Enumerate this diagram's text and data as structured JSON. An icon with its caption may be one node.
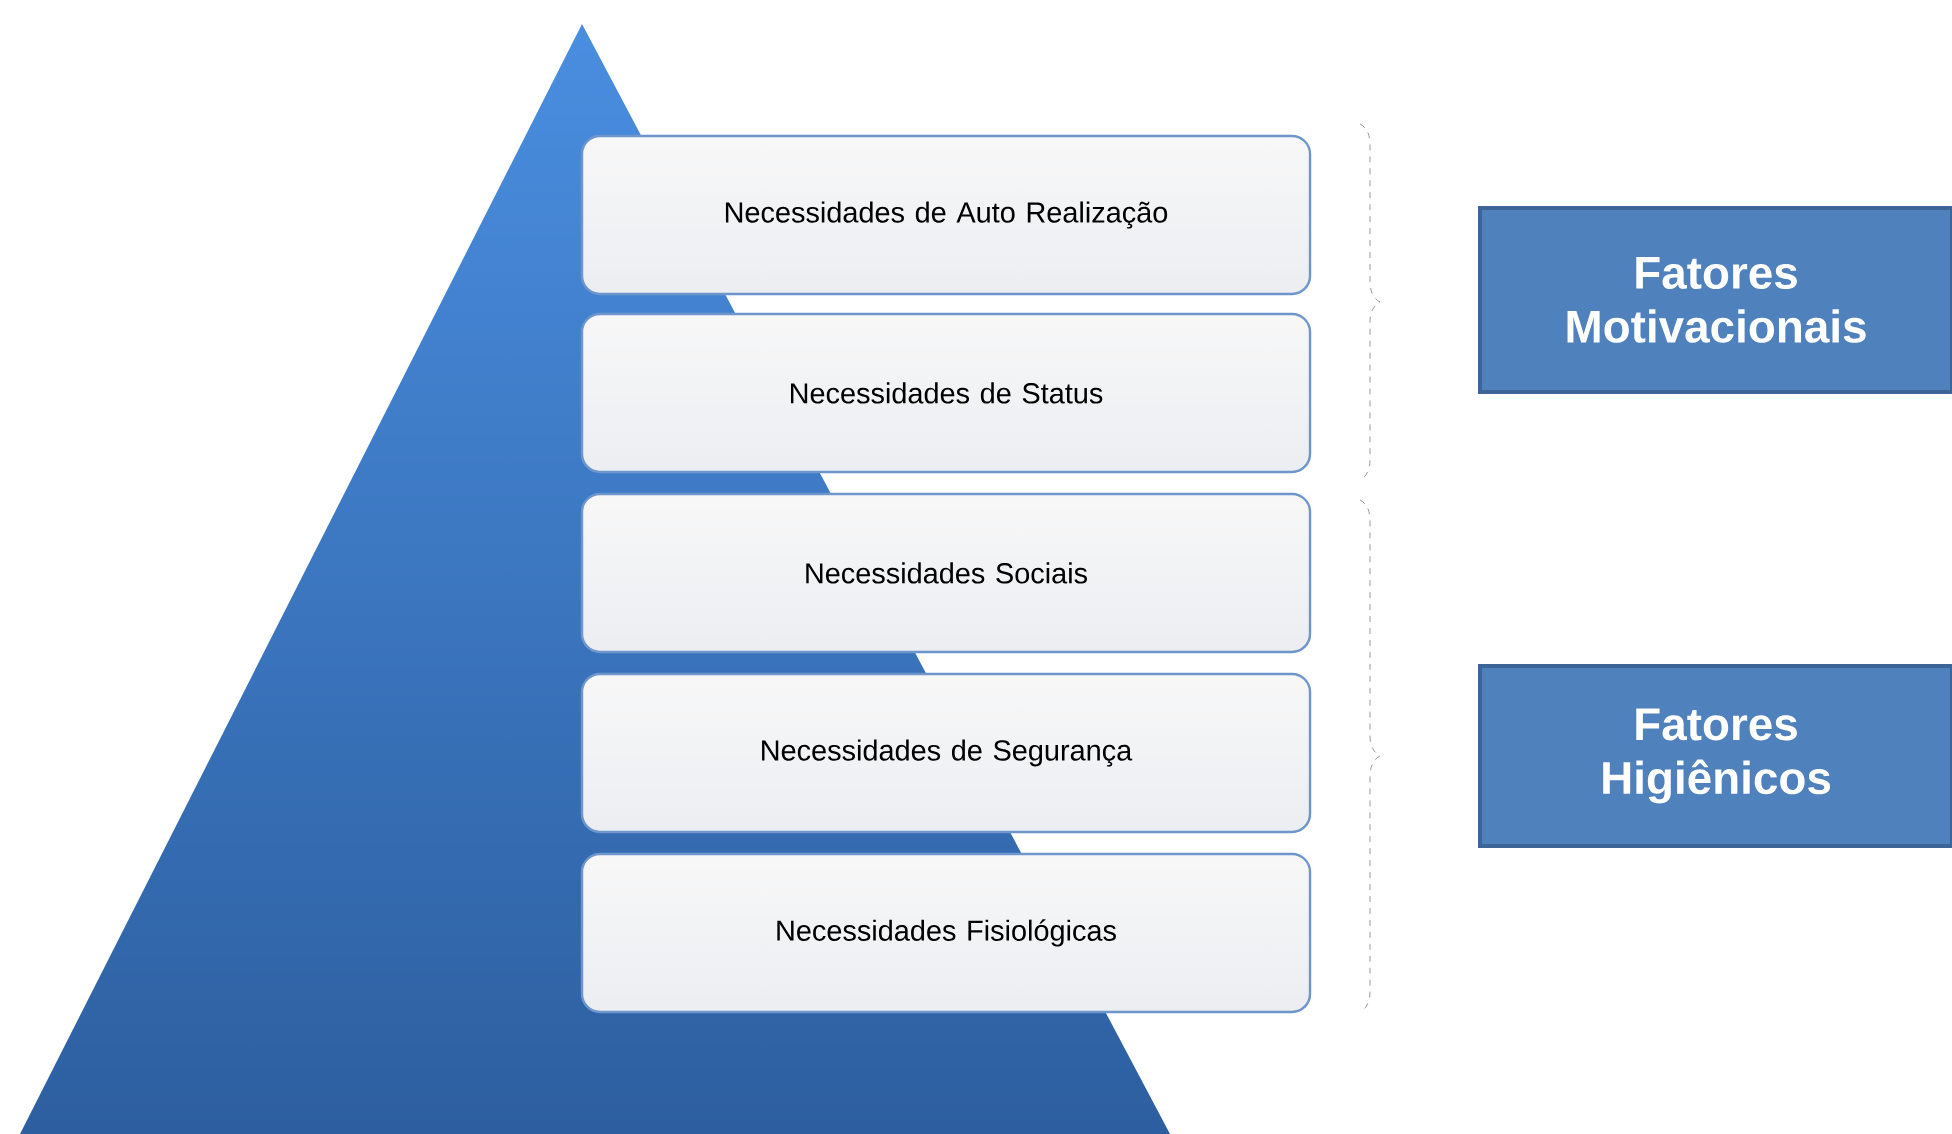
{
  "diagram": {
    "nodes": [
      {
        "text": [
          "Necessidades de Auto Realização"
        ]
      },
      {
        "text": [
          "Necessidades de Status"
        ]
      },
      {
        "text": [
          "Necessidades Sociais"
        ]
      },
      {
        "text": [
          "Necessidades de  Segurança"
        ]
      },
      {
        "text": [
          "Necessidades Fisiológicas"
        ]
      },
      {
        "text": [
          "Fatores Motivacionais"
        ]
      },
      {
        "text": [
          "Fatores Higiênicos"
        ]
      }
    ]
  }
}
